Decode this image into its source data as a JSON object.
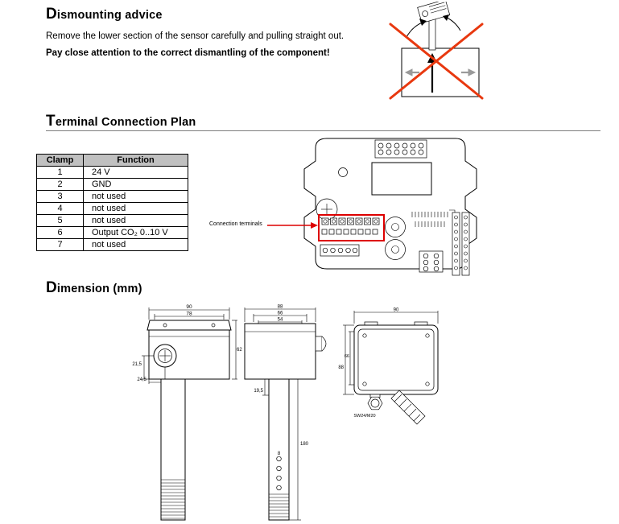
{
  "colors": {
    "cross_red": "#e8380f",
    "highlight_red": "#dd0000"
  },
  "dismounting": {
    "heading": "Dismounting advice",
    "para1": "Remove the lower section of the sensor carefully and pulling straight out.",
    "para2": "Pay close attention to the correct dismantling of the component!"
  },
  "terminal": {
    "heading": "Terminal Connection Plan",
    "callout": "Connection terminals",
    "table": {
      "headers": {
        "clamp": "Clamp",
        "function": "Function"
      },
      "rows": [
        {
          "clamp": "1",
          "function": "24 V"
        },
        {
          "clamp": "2",
          "function": "GND"
        },
        {
          "clamp": "3",
          "function": "not used"
        },
        {
          "clamp": "4",
          "function": "not used"
        },
        {
          "clamp": "5",
          "function": "not used"
        },
        {
          "clamp": "6",
          "function": "Output CO₂ 0..10 V"
        },
        {
          "clamp": "7",
          "function": "not used"
        }
      ]
    }
  },
  "dimension": {
    "heading": "Dimension (mm)",
    "front_view": {
      "width_outer": "90",
      "width_inner": "78",
      "height": "62",
      "offset_vertical": "21,5",
      "offset_horizontal": "24,5"
    },
    "side_view": {
      "depth_outer": "88",
      "depth_mid": "66",
      "depth_inner": "54",
      "probe_offset": "19,5",
      "probe_length": "180",
      "hole_spacing": "8"
    },
    "top_view": {
      "width": "90",
      "depth_inner": "66",
      "depth_outer": "88",
      "gland": "SW24/M20"
    }
  }
}
